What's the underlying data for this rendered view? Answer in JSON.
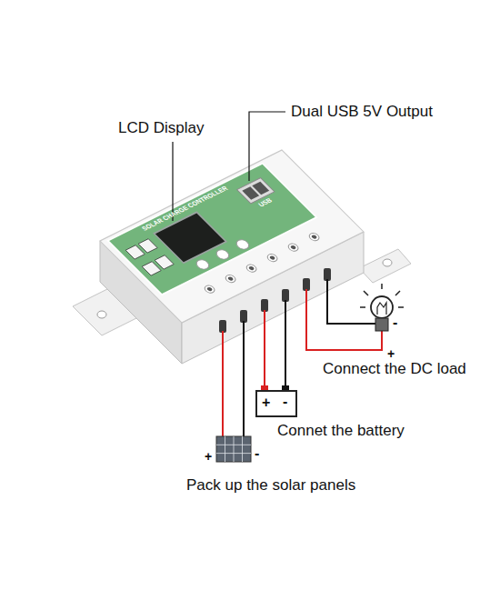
{
  "diagram": {
    "labels": [
      "LCD Display",
      "Dual USB 5V Output",
      "SOLAR CHARGE CONTROLLER",
      "USB",
      "Connect the DC load",
      "-",
      "+",
      "Connet the battery",
      "+",
      "-",
      "Pack up the solar panels",
      "+",
      "-"
    ]
  }
}
